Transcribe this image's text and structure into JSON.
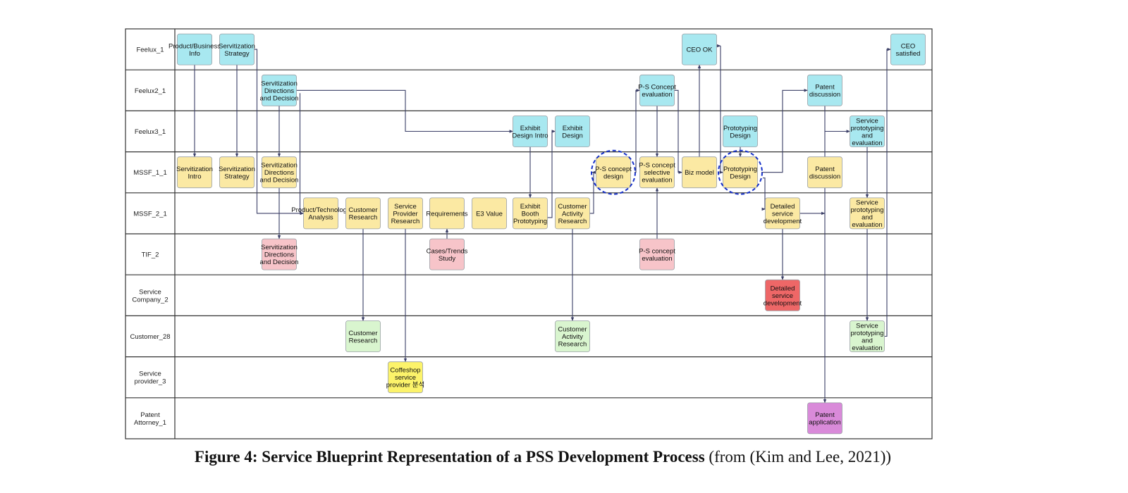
{
  "lanes": [
    "Feelux_1",
    "Feelux2_1",
    "Feelux3_1",
    "MSSF_1_1",
    "MSSF_2_1",
    "TIF_2",
    "Service Company_2",
    "Customer_28",
    "Service provider_3",
    "Patent Attorney_1"
  ],
  "colors": {
    "cyan": "#a8e8f0",
    "yellow": "#fbe9a3",
    "pink": "#f7c4c9",
    "red": "#ee6767",
    "green": "#d9f5cf",
    "bright_yellow": "#fcf36a",
    "violet": "#d98ad9",
    "highlight_circle": "#1530c8",
    "connector": "#3a3e66"
  },
  "nodes": [
    {
      "id": "n1",
      "label": "Product/Business Info",
      "lane": 0,
      "col": 0,
      "color": "cyan"
    },
    {
      "id": "n2",
      "label": "Servitization Strategy",
      "lane": 0,
      "col": 1,
      "color": "cyan"
    },
    {
      "id": "n3",
      "label": "CEO OK",
      "lane": 0,
      "col": 13,
      "color": "cyan"
    },
    {
      "id": "n4",
      "label": "CEO satisfied",
      "lane": 0,
      "col": 18,
      "color": "cyan"
    },
    {
      "id": "n5",
      "label": "Servitization Directions and Decision",
      "lane": 1,
      "col": 2,
      "color": "cyan"
    },
    {
      "id": "n6",
      "label": "P-S Concept evaluation",
      "lane": 1,
      "col": 12,
      "color": "cyan"
    },
    {
      "id": "n7",
      "label": "Patent discussion",
      "lane": 1,
      "col": 16,
      "color": "cyan"
    },
    {
      "id": "n8",
      "label": "Exhibit Design Intro",
      "lane": 2,
      "col": 9,
      "color": "cyan"
    },
    {
      "id": "n9",
      "label": "Exhibit Design",
      "lane": 2,
      "col": 10,
      "color": "cyan"
    },
    {
      "id": "n10",
      "label": "Prototyping Design",
      "lane": 2,
      "col": 14,
      "color": "cyan"
    },
    {
      "id": "n11",
      "label": "Service prototyping and evaluation",
      "lane": 2,
      "col": 17,
      "color": "cyan"
    },
    {
      "id": "n12",
      "label": "Servitization Intro",
      "lane": 3,
      "col": 0,
      "color": "yellow"
    },
    {
      "id": "n13",
      "label": "Servitization Strategy",
      "lane": 3,
      "col": 1,
      "color": "yellow"
    },
    {
      "id": "n14",
      "label": "Servitization Directions and Decision",
      "lane": 3,
      "col": 2,
      "color": "yellow"
    },
    {
      "id": "n15",
      "label": "P-S concept design",
      "lane": 3,
      "col": 11,
      "color": "yellow"
    },
    {
      "id": "n16",
      "label": "P-S concept selective evaluation",
      "lane": 3,
      "col": 12,
      "color": "yellow"
    },
    {
      "id": "n17",
      "label": "Biz model",
      "lane": 3,
      "col": 13,
      "color": "yellow"
    },
    {
      "id": "n18",
      "label": "Prototyping Design",
      "lane": 3,
      "col": 14,
      "color": "yellow"
    },
    {
      "id": "n19",
      "label": "Patent discussion",
      "lane": 3,
      "col": 16,
      "color": "yellow"
    },
    {
      "id": "n20",
      "label": "Product/Technology Analysis",
      "lane": 4,
      "col": 3,
      "color": "yellow"
    },
    {
      "id": "n21",
      "label": "Customer Research",
      "lane": 4,
      "col": 4,
      "color": "yellow"
    },
    {
      "id": "n22",
      "label": "Service Provider Research",
      "lane": 4,
      "col": 5,
      "color": "yellow"
    },
    {
      "id": "n23",
      "label": "Requirements",
      "lane": 4,
      "col": 6,
      "color": "yellow"
    },
    {
      "id": "n24",
      "label": "E3 Value",
      "lane": 4,
      "col": 7,
      "color": "yellow"
    },
    {
      "id": "n25",
      "label": "Exhibit Booth Prototyping",
      "lane": 4,
      "col": 9,
      "color": "yellow"
    },
    {
      "id": "n26",
      "label": "Customer Activity Research",
      "lane": 4,
      "col": 10,
      "color": "yellow"
    },
    {
      "id": "n27",
      "label": "Detailed service development",
      "lane": 4,
      "col": 15,
      "color": "yellow"
    },
    {
      "id": "n28",
      "label": "Service prototyping and evaluation",
      "lane": 4,
      "col": 17,
      "color": "yellow"
    },
    {
      "id": "n29",
      "label": "Servitization Directions and Decision",
      "lane": 5,
      "col": 2,
      "color": "pink"
    },
    {
      "id": "n30",
      "label": "Cases/Trends Study",
      "lane": 5,
      "col": 6,
      "color": "pink"
    },
    {
      "id": "n31",
      "label": "P-S concept evaluation",
      "lane": 5,
      "col": 12,
      "color": "pink"
    },
    {
      "id": "n32",
      "label": "Detailed service development",
      "lane": 6,
      "col": 15,
      "color": "red"
    },
    {
      "id": "n33",
      "label": "Customer Research",
      "lane": 7,
      "col": 4,
      "color": "green"
    },
    {
      "id": "n34",
      "label": "Customer Activity Research",
      "lane": 7,
      "col": 10,
      "color": "green"
    },
    {
      "id": "n35",
      "label": "Service prototyping and evaluation",
      "lane": 7,
      "col": 17,
      "color": "green"
    },
    {
      "id": "n36",
      "label": "Coffeshop service provider 분석",
      "lane": 8,
      "col": 5,
      "color": "bright_yellow"
    },
    {
      "id": "n37",
      "label": "Patent application",
      "lane": 9,
      "col": 16,
      "color": "violet"
    }
  ],
  "highlighted": [
    "n15",
    "n18"
  ],
  "caption": {
    "bold": "Figure 4: Service Blueprint Representation of a PSS Development Process",
    "normal": " (from (Kim and Lee, 2021))"
  }
}
